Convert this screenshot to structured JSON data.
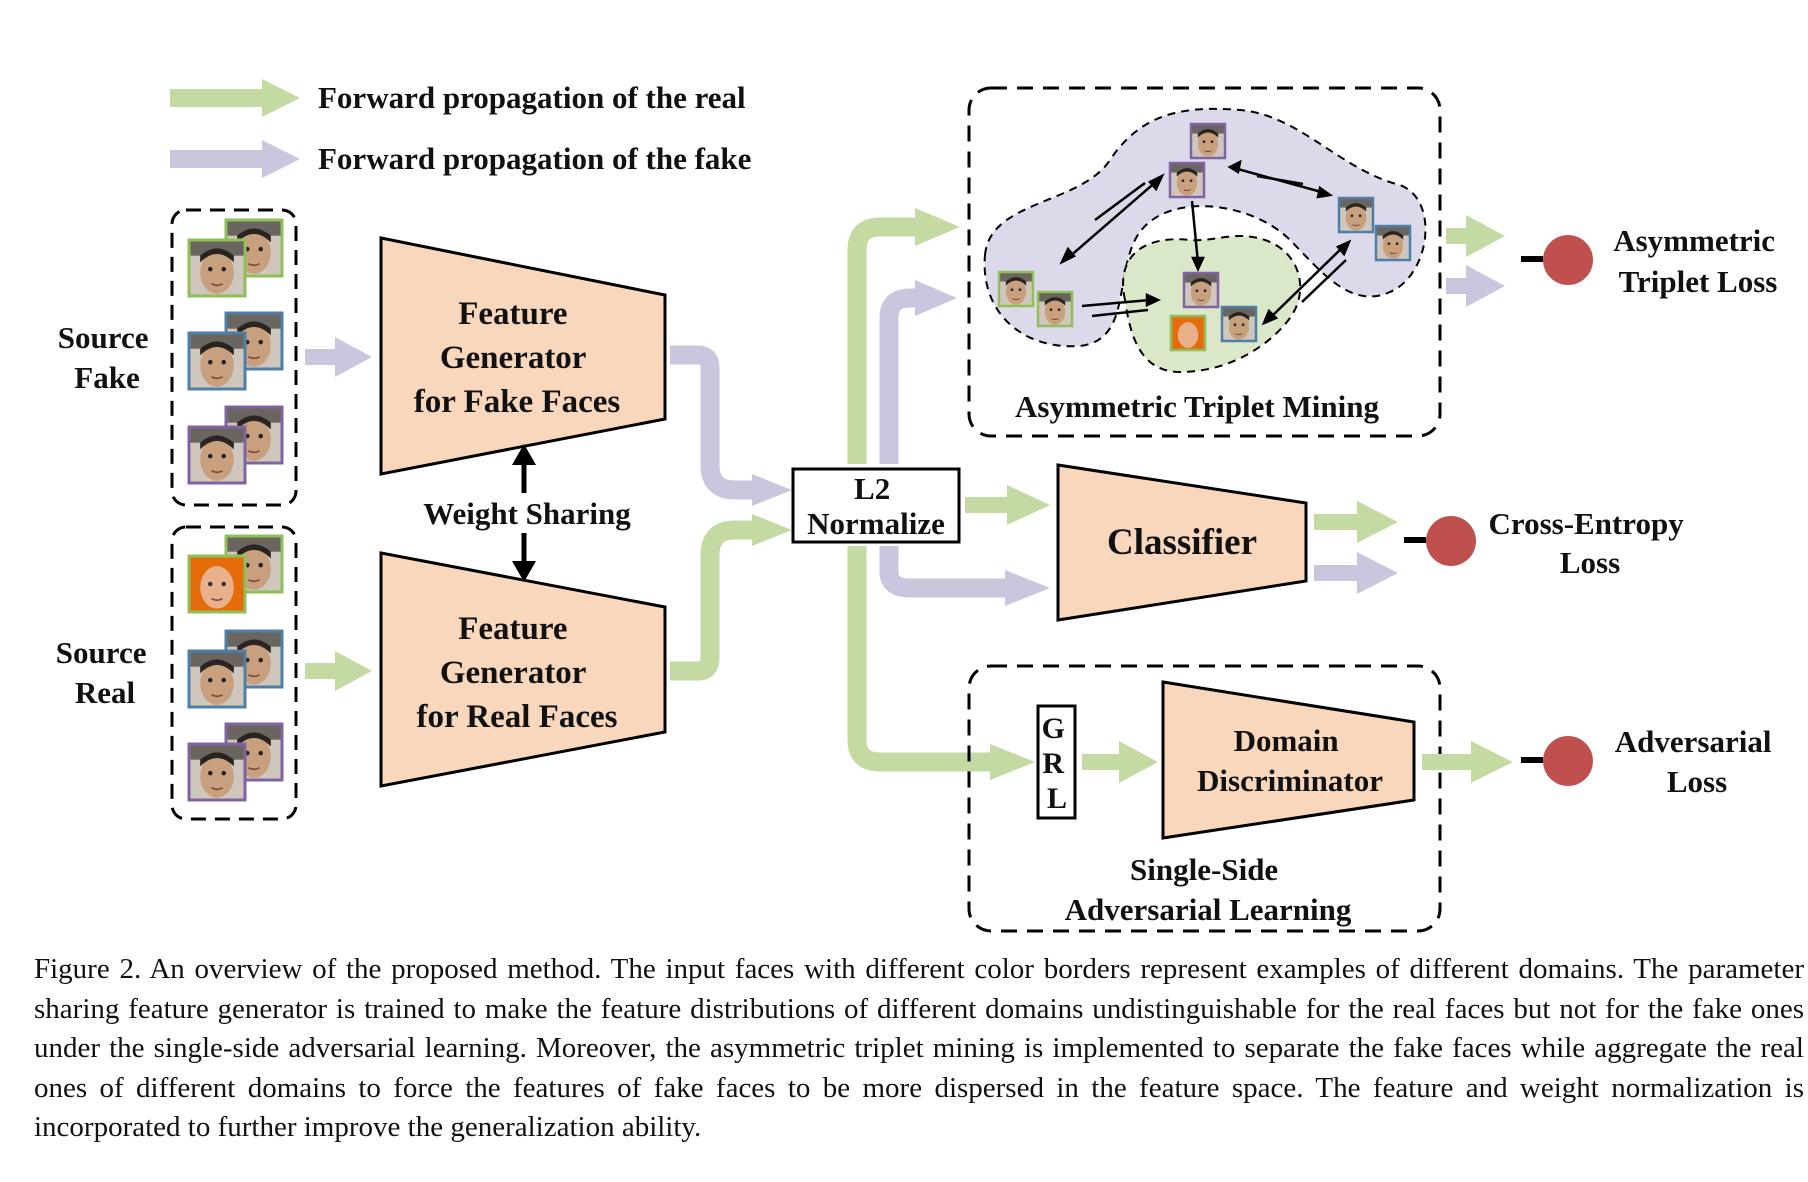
{
  "legend": {
    "real": "Forward propagation of the real",
    "fake": "Forward propagation of the fake"
  },
  "colors": {
    "real_arrow": "#c5d9a3",
    "fake_arrow": "#cbc6de",
    "block_fill": "#f8d7bd",
    "loss_node": "#c0504d",
    "fake_cloud": "#dcd9ea",
    "real_cloud": "#dbe7c9",
    "domain_border_1": "#8ebf58",
    "domain_border_2": "#4f7fa7",
    "domain_border_3": "#8064a2",
    "domain_border_4": "#e46c0a"
  },
  "inputs": {
    "source_fake": [
      "Source",
      "Fake"
    ],
    "source_real": [
      "Source",
      "Real"
    ]
  },
  "blocks": {
    "fake_generator": [
      "Feature",
      "Generator",
      "for Fake Faces"
    ],
    "real_generator": [
      "Feature",
      "Generator",
      "for Real Faces"
    ],
    "weight_sharing": "Weight Sharing",
    "l2_normalize": [
      "L2",
      "Normalize"
    ],
    "classifier": "Classifier",
    "grl": [
      "G",
      "R",
      "L"
    ],
    "domain_discriminator": [
      "Domain",
      "Discriminator"
    ]
  },
  "modules": {
    "triplet_mining": "Asymmetric Triplet Mining",
    "adversarial": [
      "Single-Side",
      "Adversarial Learning"
    ]
  },
  "losses": {
    "triplet": [
      "Asymmetric",
      "Triplet Loss"
    ],
    "cross_entropy": [
      "Cross-Entropy",
      "Loss"
    ],
    "adversarial": [
      "Adversarial",
      "Loss"
    ]
  },
  "caption": "Figure 2. An overview of the proposed method. The input faces with different color borders represent examples of different domains. The parameter sharing feature generator is trained to make the feature distributions of different domains undistinguishable for the real faces but not for the fake ones under the single-side adversarial learning. Moreover, the asymmetric triplet mining is implemented to separate the fake faces while aggregate the real ones of different domains to force the features of fake faces to be more dispersed in the feature space. The feature and weight normalization is incorporated to further improve the generalization ability."
}
